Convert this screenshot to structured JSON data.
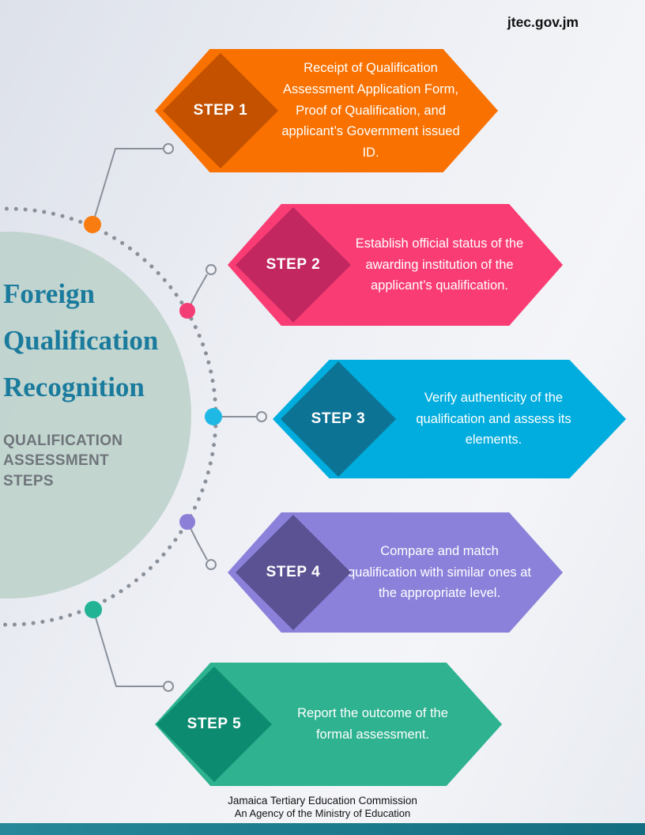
{
  "header": {
    "site": "jtec.gov.jm"
  },
  "title": {
    "heading": "Foreign Qualification Recognition",
    "subheading": "QUALIFICATION ASSESSMENT STEPS",
    "heading_color": "#1A7B9D"
  },
  "steps": [
    {
      "label": "STEP 1",
      "text": "Receipt of Qualification Assessment Application Form, Proof of Qualification, and applicant’s Government issued ID.",
      "body_color": "#F97100",
      "diamond_color": "#C35100",
      "dot_color": "#F97C10"
    },
    {
      "label": "STEP 2",
      "text": "Establish official status of the awarding institution of the applicant’s qualification.",
      "body_color": "#F93D74",
      "diamond_color": "#C22760",
      "dot_color": "#F43D75"
    },
    {
      "label": "STEP 3",
      "text": "Verify authenticity of the qualification and assess its elements.",
      "body_color": "#00ADDE",
      "diamond_color": "#0C7394",
      "dot_color": "#1FB8E4"
    },
    {
      "label": "STEP 4",
      "text": "Compare and match qualification with similar ones at the appropriate level.",
      "body_color": "#8B81DA",
      "diamond_color": "#5B5293",
      "dot_color": "#8B7FD7"
    },
    {
      "label": "STEP 5",
      "text": "Report the outcome of the formal assessment.",
      "body_color": "#2EB290",
      "diamond_color": "#0D8B70",
      "dot_color": "#21B394"
    }
  ],
  "decor": {
    "big_circle_color": "#BFD2CC",
    "ring_color": "#8A909A"
  },
  "footer": {
    "line1": "Jamaica Tertiary Education Commission",
    "line2": "An Agency of the Ministry of Education"
  }
}
